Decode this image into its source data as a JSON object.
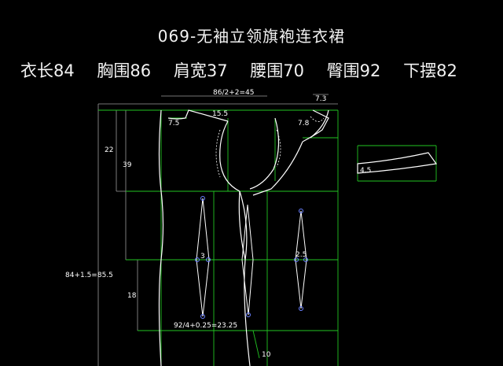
{
  "title": "069-无袖立领旗袍连衣裙",
  "specs": [
    "衣长84",
    "胸围86",
    "肩宽37",
    "腰围70",
    "臀围92",
    "下摆82"
  ],
  "labels": {
    "bust_calc": "86/2+2=45",
    "collar_width": "7.3",
    "front_neck_drop": "7.8",
    "back_neck_depth": "7.5",
    "shoulder": "15.5",
    "armhole_depth": "22",
    "waist_depth": "39",
    "length_calc": "84+1.5=85.5",
    "hip_depth": "18",
    "dart_back": "3",
    "dart_front": "2.5",
    "hip_calc": "92/4+0.25=23.25",
    "hem_label": "10",
    "collar_height": "4.5"
  },
  "colors": {
    "background": "#000000",
    "outline": "#ffffff",
    "construction": "#22c522",
    "dimension": "#9a9a9a",
    "marker": "#6a80ff"
  }
}
